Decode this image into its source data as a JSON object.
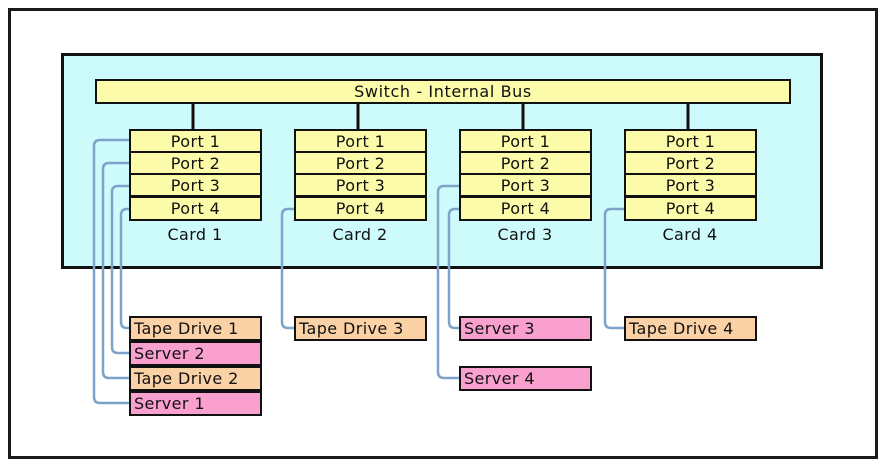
{
  "bus_label": "Switch - Internal Bus",
  "cards": [
    {
      "label": "Card 1",
      "ports": [
        "Port 1",
        "Port 2",
        "Port 3",
        "Port 4"
      ]
    },
    {
      "label": "Card 2",
      "ports": [
        "Port 1",
        "Port 2",
        "Port 3",
        "Port 4"
      ]
    },
    {
      "label": "Card 3",
      "ports": [
        "Port 1",
        "Port 2",
        "Port 3",
        "Port 4"
      ]
    },
    {
      "label": "Card 4",
      "ports": [
        "Port 1",
        "Port 2",
        "Port 3",
        "Port 4"
      ]
    }
  ],
  "devices": {
    "tape_drive_1": "Tape Drive 1",
    "server_2": "Server 2",
    "tape_drive_2": "Tape Drive 2",
    "server_1": "Server 1",
    "tape_drive_3": "Tape Drive 3",
    "server_3": "Server 3",
    "server_4": "Server 4",
    "tape_drive_4": "Tape Drive 4"
  },
  "colors": {
    "switch_background": "#cdfbfb",
    "port_fill": "#fbfba9",
    "tape_drive_fill": "#fbd2a6",
    "server_fill": "#f9a0cf",
    "connection_line": "#7da3c9"
  }
}
